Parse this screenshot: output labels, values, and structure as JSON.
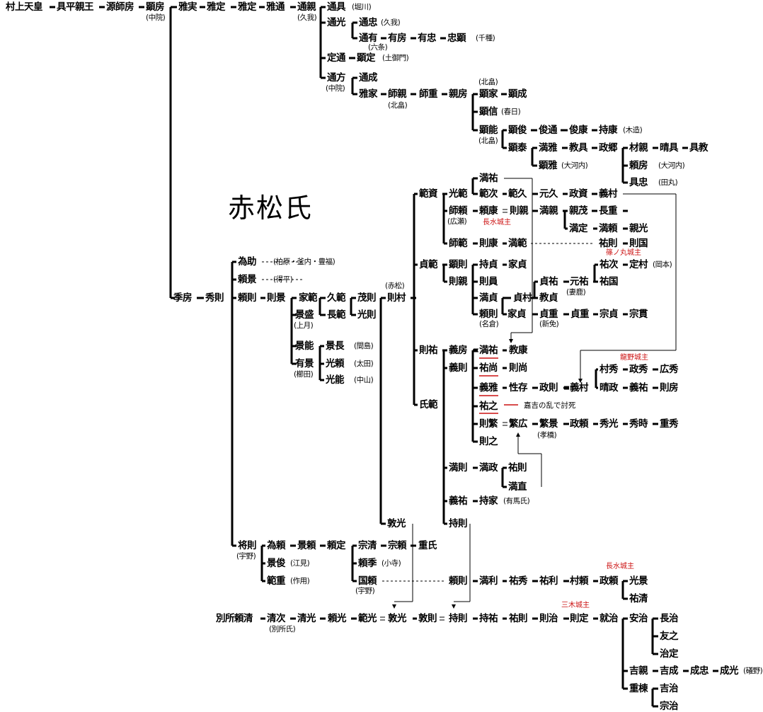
{
  "title": "赤松氏",
  "accent_red": "#cc1111",
  "legend": {
    "text": "嘉吉の乱で討死"
  },
  "castle_labels": [
    "長水城主",
    "篠ノ丸城主",
    "龍野城主",
    "長水城主",
    "三木城主"
  ],
  "names": [
    "村上天皇",
    "具平親王",
    "源師房",
    "顕房",
    "雅実",
    "雅定",
    "雅定",
    "雅通",
    "通親",
    "通具",
    "通光",
    "通忠",
    "通有",
    "有房",
    "有忠",
    "忠顕",
    "定通",
    "顕定",
    "通方",
    "通成",
    "雅家",
    "師親",
    "師重",
    "親房",
    "顕家",
    "顕成",
    "顕信",
    "顕能",
    "顕俊",
    "俊通",
    "俊康",
    "持康",
    "顕泰",
    "満雅",
    "教具",
    "政郷",
    "材親",
    "晴具",
    "具教",
    "顕雅",
    "頼房",
    "具忠",
    "季房",
    "秀則",
    "為助",
    "頼景",
    "頼則",
    "則景",
    "家範",
    "久範",
    "茂則",
    "長範",
    "光則",
    "景盛",
    "景能",
    "景長",
    "有景",
    "光頼",
    "光能",
    "則村",
    "範資",
    "光範",
    "満祐",
    "範次",
    "範久",
    "元久",
    "政資",
    "義村",
    "師頼",
    "頼康",
    "則親",
    "満親",
    "親茂",
    "長重",
    "満定",
    "満頼",
    "親光",
    "師範",
    "則康",
    "満範",
    "祐則",
    "則国",
    "貞範",
    "顕則",
    "則親",
    "持貞",
    "家貞",
    "則員",
    "満貞",
    "貞村",
    "頼則",
    "家貞",
    "貞祐",
    "元祐",
    "祐次",
    "定村",
    "祐国",
    "教貞",
    "貞重",
    "貞重",
    "宗貞",
    "宗貫",
    "則祐",
    "義房",
    "満祐",
    "教康",
    "義則",
    "祐尚",
    "則尚",
    "義雅",
    "性存",
    "政則",
    "義村",
    "村秀",
    "政秀",
    "広秀",
    "晴政",
    "義祐",
    "則房",
    "祐之",
    "則繁",
    "繁広",
    "繁景",
    "政頼",
    "秀光",
    "秀時",
    "重秀",
    "則之",
    "氏範",
    "満則",
    "満政",
    "祐則",
    "満直",
    "義祐",
    "持家",
    "持則",
    "敦光",
    "将則",
    "為頼",
    "景頼",
    "頼定",
    "宗清",
    "宗頼",
    "重氏",
    "景俊",
    "範重",
    "頼季",
    "国頼",
    "頼則",
    "満利",
    "祐秀",
    "祐利",
    "村頼",
    "政頼",
    "光景",
    "祐清",
    "別所頼清",
    "清次",
    "清光",
    "頼光",
    "範光",
    "敦光",
    "敦則",
    "持則",
    "持祐",
    "祐則",
    "則治",
    "則定",
    "就治",
    "安治",
    "長治",
    "友之",
    "治定",
    "吉親",
    "吉成",
    "成忠",
    "成光",
    "重棟",
    "吉治",
    "宗治"
  ],
  "subs": [
    "(中院)",
    "(久我)",
    "(堀川)",
    "(久我)",
    "(六条)",
    "(千種)",
    "(土御門)",
    "(中院)",
    "(北畠)",
    "(北畠)",
    "(春日)",
    "(北畠)",
    "(木造)",
    "(大河内)",
    "(大河内)",
    "(田丸)",
    "(柏原・釜内・豊福)",
    "(得平)",
    "(上月)",
    "(間島)",
    "(櫛田)",
    "(太田)",
    "(中山)",
    "(赤松)",
    "(広瀬)",
    "(岡本)",
    "(妻鹿)",
    "(名倉)",
    "(新免)",
    "(孝橋)",
    "(有馬氏)",
    "(宇野)",
    "(江見)",
    "(作用)",
    "(小寺)",
    "(宇野)",
    "(別所氏)",
    "(礒野)"
  ]
}
